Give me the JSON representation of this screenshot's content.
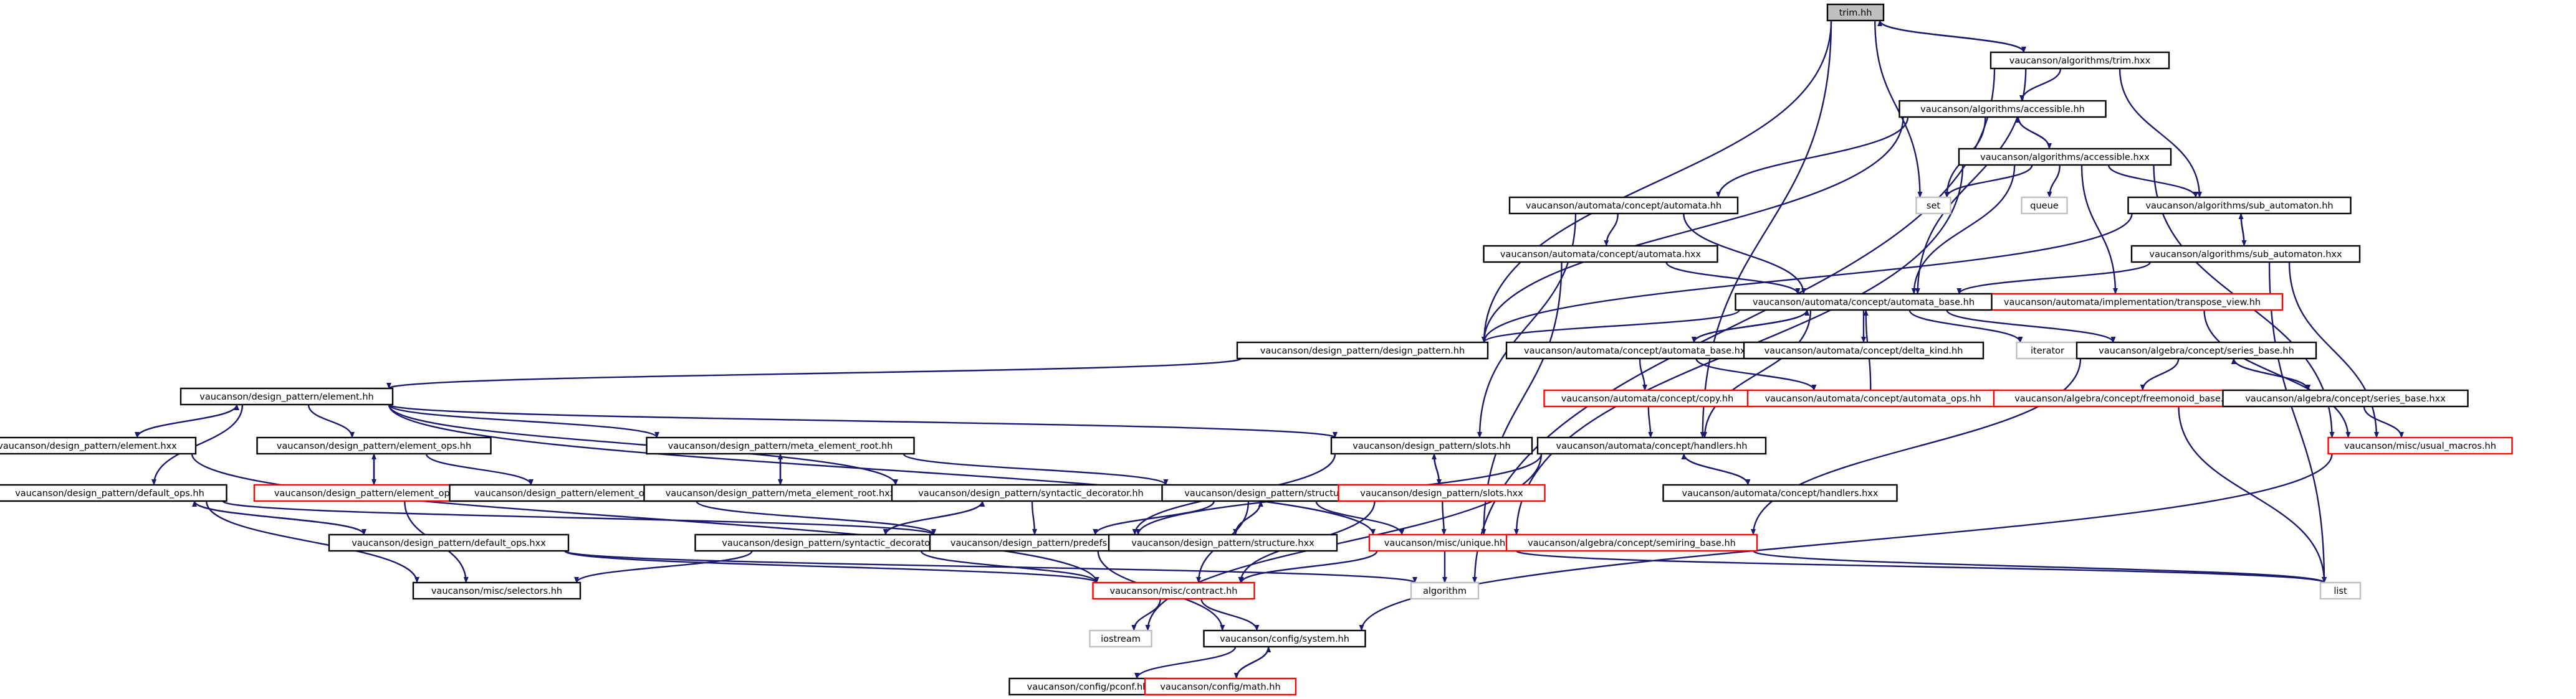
{
  "colors": {
    "edge": "#191970",
    "default_border": "#000000",
    "missing_border": "#ff0000",
    "external_border": "#bfbfbf",
    "root_fill": "#bfbfbf",
    "node_fill": "#ffffff"
  },
  "nodes": {
    "trim_hh": {
      "label": "trim.hh",
      "kind": "root"
    },
    "trim_hxx": {
      "label": "vaucanson/algorithms/trim.hxx",
      "kind": "default"
    },
    "accessible_hh": {
      "label": "vaucanson/algorithms/accessible.hh",
      "kind": "default"
    },
    "accessible_hxx": {
      "label": "vaucanson/algorithms/accessible.hxx",
      "kind": "default"
    },
    "set": {
      "label": "set",
      "kind": "external"
    },
    "queue": {
      "label": "queue",
      "kind": "external"
    },
    "sub_automaton_hh": {
      "label": "vaucanson/algorithms/sub_automaton.hh",
      "kind": "default"
    },
    "sub_automaton_hxx": {
      "label": "vaucanson/algorithms/sub_automaton.hxx",
      "kind": "default"
    },
    "automata_hh": {
      "label": "vaucanson/automata/concept/automata.hh",
      "kind": "default"
    },
    "automata_hxx": {
      "label": "vaucanson/automata/concept/automata.hxx",
      "kind": "default"
    },
    "transpose_view_hh": {
      "label": "vaucanson/automata/implementation/transpose_view.hh",
      "kind": "missing"
    },
    "automata_base_hh": {
      "label": "vaucanson/automata/concept/automata_base.hh",
      "kind": "default"
    },
    "design_pattern_hh": {
      "label": "vaucanson/design_pattern/design_pattern.hh",
      "kind": "default"
    },
    "automata_base_hxx": {
      "label": "vaucanson/automata/concept/automata_base.hxx",
      "kind": "default"
    },
    "delta_kind_hh": {
      "label": "vaucanson/automata/concept/delta_kind.hh",
      "kind": "default"
    },
    "iterator": {
      "label": "iterator",
      "kind": "external"
    },
    "series_base_hh": {
      "label": "vaucanson/algebra/concept/series_base.hh",
      "kind": "default"
    },
    "copy_hh": {
      "label": "vaucanson/automata/concept/copy.hh",
      "kind": "missing"
    },
    "automata_ops_hh": {
      "label": "vaucanson/automata/concept/automata_ops.hh",
      "kind": "missing"
    },
    "freemonoid_base_hh": {
      "label": "vaucanson/algebra/concept/freemonoid_base.hh",
      "kind": "missing"
    },
    "series_base_hxx": {
      "label": "vaucanson/algebra/concept/series_base.hxx",
      "kind": "default"
    },
    "element_hh": {
      "label": "vaucanson/design_pattern/element.hh",
      "kind": "default"
    },
    "element_hxx": {
      "label": "vaucanson/design_pattern/element.hxx",
      "kind": "default"
    },
    "element_ops_hh": {
      "label": "vaucanson/design_pattern/element_ops.hh",
      "kind": "default"
    },
    "meta_element_root_hh": {
      "label": "vaucanson/design_pattern/meta_element_root.hh",
      "kind": "default"
    },
    "slots_hh": {
      "label": "vaucanson/design_pattern/slots.hh",
      "kind": "default"
    },
    "handlers_hh": {
      "label": "vaucanson/automata/concept/handlers.hh",
      "kind": "default"
    },
    "usual_macros_hh": {
      "label": "vaucanson/misc/usual_macros.hh",
      "kind": "missing"
    },
    "default_ops_hh": {
      "label": "vaucanson/design_pattern/default_ops.hh",
      "kind": "default"
    },
    "element_ops_hxx": {
      "label": "vaucanson/design_pattern/element_ops.hxx",
      "kind": "missing"
    },
    "element_op_traits_hh": {
      "label": "vaucanson/design_pattern/element_op_traits.hh",
      "kind": "default"
    },
    "meta_element_root_hxx": {
      "label": "vaucanson/design_pattern/meta_element_root.hxx",
      "kind": "default"
    },
    "syntactic_decorator_hh": {
      "label": "vaucanson/design_pattern/syntactic_decorator.hh",
      "kind": "default"
    },
    "structure_hh": {
      "label": "vaucanson/design_pattern/structure.hh",
      "kind": "default"
    },
    "slots_hxx": {
      "label": "vaucanson/design_pattern/slots.hxx",
      "kind": "missing"
    },
    "handlers_hxx": {
      "label": "vaucanson/automata/concept/handlers.hxx",
      "kind": "default"
    },
    "default_ops_hxx": {
      "label": "vaucanson/design_pattern/default_ops.hxx",
      "kind": "default"
    },
    "syntactic_decorator_hxx": {
      "label": "vaucanson/design_pattern/syntactic_decorator.hxx",
      "kind": "default"
    },
    "predefs_hh": {
      "label": "vaucanson/design_pattern/predefs.hh",
      "kind": "default"
    },
    "structure_hxx": {
      "label": "vaucanson/design_pattern/structure.hxx",
      "kind": "default"
    },
    "unique_hh": {
      "label": "vaucanson/misc/unique.hh",
      "kind": "missing"
    },
    "semiring_base_hh": {
      "label": "vaucanson/algebra/concept/semiring_base.hh",
      "kind": "missing"
    },
    "selectors_hh": {
      "label": "vaucanson/misc/selectors.hh",
      "kind": "default"
    },
    "contract_hh": {
      "label": "vaucanson/misc/contract.hh",
      "kind": "missing"
    },
    "algorithm": {
      "label": "algorithm",
      "kind": "external"
    },
    "list": {
      "label": "list",
      "kind": "external"
    },
    "iostream": {
      "label": "iostream",
      "kind": "external"
    },
    "system_hh": {
      "label": "vaucanson/config/system.hh",
      "kind": "default"
    },
    "pconf_hh": {
      "label": "vaucanson/config/pconf.hh",
      "kind": "default"
    },
    "math_hh": {
      "label": "vaucanson/config/math.hh",
      "kind": "missing"
    }
  },
  "edges": [
    [
      "trim_hh",
      "trim_hxx"
    ],
    [
      "trim_hh",
      "set"
    ],
    [
      "trim_hh",
      "design_pattern_hh"
    ],
    [
      "trim_hh",
      "handlers_hh"
    ],
    [
      "trim_hxx",
      "trim_hh"
    ],
    [
      "trim_hxx",
      "accessible_hh"
    ],
    [
      "trim_hxx",
      "sub_automaton_hh"
    ],
    [
      "trim_hxx",
      "automata_base_hh"
    ],
    [
      "trim_hxx",
      "algorithm"
    ],
    [
      "accessible_hh",
      "accessible_hxx"
    ],
    [
      "accessible_hh",
      "set"
    ],
    [
      "accessible_hh",
      "automata_hh"
    ],
    [
      "accessible_hh",
      "design_pattern_hh"
    ],
    [
      "accessible_hxx",
      "accessible_hh"
    ],
    [
      "accessible_hxx",
      "set"
    ],
    [
      "accessible_hxx",
      "queue"
    ],
    [
      "accessible_hxx",
      "sub_automaton_hh"
    ],
    [
      "accessible_hxx",
      "transpose_view_hh"
    ],
    [
      "accessible_hxx",
      "automata_base_hh"
    ],
    [
      "accessible_hxx",
      "usual_macros_hh"
    ],
    [
      "accessible_hxx",
      "unique_hh"
    ],
    [
      "sub_automaton_hh",
      "sub_automaton_hxx"
    ],
    [
      "sub_automaton_hh",
      "design_pattern_hh"
    ],
    [
      "sub_automaton_hxx",
      "sub_automaton_hh"
    ],
    [
      "sub_automaton_hxx",
      "automata_base_hh"
    ],
    [
      "sub_automaton_hxx",
      "usual_macros_hh"
    ],
    [
      "sub_automaton_hxx",
      "list"
    ],
    [
      "automata_hh",
      "automata_hxx"
    ],
    [
      "automata_hh",
      "automata_base_hh"
    ],
    [
      "automata_hh",
      "slots_hh"
    ],
    [
      "automata_hxx",
      "automata_base_hh"
    ],
    [
      "automata_hxx",
      "unique_hh"
    ],
    [
      "transpose_view_hh",
      "usual_macros_hh"
    ],
    [
      "automata_base_hh",
      "design_pattern_hh"
    ],
    [
      "automata_base_hh",
      "automata_base_hxx"
    ],
    [
      "automata_base_hh",
      "delta_kind_hh"
    ],
    [
      "automata_base_hh",
      "iterator"
    ],
    [
      "automata_base_hh",
      "series_base_hh"
    ],
    [
      "automata_base_hh",
      "handlers_hh"
    ],
    [
      "automata_base_hxx",
      "automata_base_hh"
    ],
    [
      "automata_base_hxx",
      "copy_hh"
    ],
    [
      "automata_base_hxx",
      "automata_ops_hh"
    ],
    [
      "copy_hh",
      "handlers_hh"
    ],
    [
      "automata_ops_hh",
      "automata_base_hh"
    ],
    [
      "series_base_hh",
      "freemonoid_base_hh"
    ],
    [
      "series_base_hh",
      "series_base_hxx"
    ],
    [
      "series_base_hh",
      "semiring_base_hh"
    ],
    [
      "series_base_hxx",
      "series_base_hh"
    ],
    [
      "series_base_hxx",
      "usual_macros_hh"
    ],
    [
      "freemonoid_base_hh",
      "list"
    ],
    [
      "design_pattern_hh",
      "element_hh"
    ],
    [
      "element_hh",
      "element_hxx"
    ],
    [
      "element_hh",
      "element_ops_hh"
    ],
    [
      "element_hh",
      "meta_element_root_hh"
    ],
    [
      "element_hh",
      "slots_hh"
    ],
    [
      "element_hh",
      "default_ops_hh"
    ],
    [
      "element_hh",
      "syntactic_decorator_hh"
    ],
    [
      "element_hh",
      "unique_hh"
    ],
    [
      "element_hxx",
      "element_hh"
    ],
    [
      "element_hxx",
      "contract_hh"
    ],
    [
      "element_ops_hh",
      "element_ops_hxx"
    ],
    [
      "element_ops_hh",
      "element_op_traits_hh"
    ],
    [
      "element_ops_hxx",
      "element_ops_hh"
    ],
    [
      "element_ops_hxx",
      "selectors_hh"
    ],
    [
      "element_op_traits_hh",
      "predefs_hh"
    ],
    [
      "meta_element_root_hh",
      "meta_element_root_hxx"
    ],
    [
      "meta_element_root_hh",
      "structure_hh"
    ],
    [
      "meta_element_root_hxx",
      "meta_element_root_hh"
    ],
    [
      "slots_hh",
      "slots_hxx"
    ],
    [
      "slots_hh",
      "predefs_hh"
    ],
    [
      "slots_hxx",
      "slots_hh"
    ],
    [
      "slots_hxx",
      "unique_hh"
    ],
    [
      "slots_hxx",
      "contract_hh"
    ],
    [
      "handlers_hh",
      "handlers_hxx"
    ],
    [
      "handlers_hh",
      "predefs_hh"
    ],
    [
      "handlers_hh",
      "iostream"
    ],
    [
      "handlers_hxx",
      "handlers_hh"
    ],
    [
      "default_ops_hh",
      "default_ops_hxx"
    ],
    [
      "default_ops_hh",
      "selectors_hh"
    ],
    [
      "default_ops_hh",
      "predefs_hh"
    ],
    [
      "default_ops_hxx",
      "default_ops_hh"
    ],
    [
      "default_ops_hxx",
      "contract_hh"
    ],
    [
      "default_ops_hxx",
      "algorithm"
    ],
    [
      "syntactic_decorator_hh",
      "syntactic_decorator_hxx"
    ],
    [
      "syntactic_decorator_hh",
      "predefs_hh"
    ],
    [
      "syntactic_decorator_hxx",
      "syntactic_decorator_hh"
    ],
    [
      "syntactic_decorator_hxx",
      "contract_hh"
    ],
    [
      "syntactic_decorator_hxx",
      "selectors_hh"
    ],
    [
      "structure_hh",
      "structure_hxx"
    ],
    [
      "structure_hh",
      "predefs_hh"
    ],
    [
      "structure_hh",
      "unique_hh"
    ],
    [
      "structure_hh",
      "contract_hh"
    ],
    [
      "structure_hxx",
      "structure_hh"
    ],
    [
      "predefs_hh",
      "system_hh"
    ],
    [
      "unique_hh",
      "algorithm"
    ],
    [
      "unique_hh",
      "contract_hh"
    ],
    [
      "unique_hh",
      "list"
    ],
    [
      "semiring_base_hh",
      "list"
    ],
    [
      "usual_macros_hh",
      "system_hh"
    ],
    [
      "contract_hh",
      "iostream"
    ],
    [
      "contract_hh",
      "system_hh"
    ],
    [
      "system_hh",
      "pconf_hh"
    ],
    [
      "system_hh",
      "math_hh"
    ],
    [
      "math_hh",
      "system_hh"
    ]
  ]
}
